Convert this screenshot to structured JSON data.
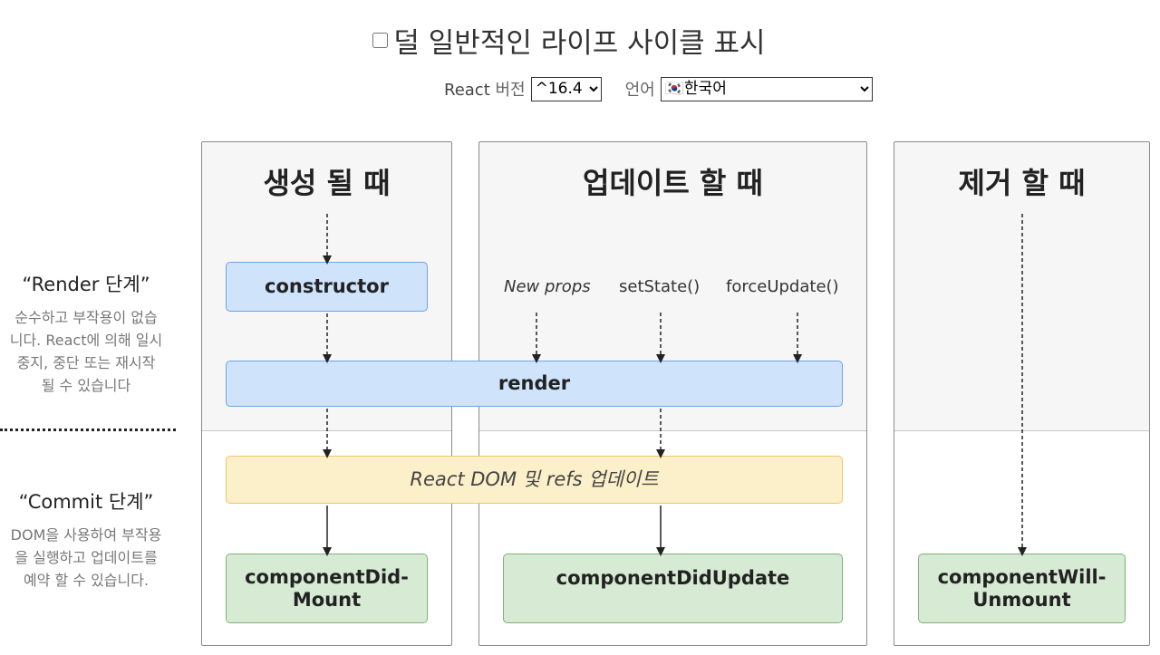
{
  "controls": {
    "show_less_common_label": "덜 일반적인 라이프 사이클 표시",
    "version_label_prefix": "React",
    "version_label_suffix": "버전",
    "version_selected": "^16.4",
    "language_label": "언어",
    "language_selected": "🇰🇷한국어"
  },
  "phases": {
    "render": {
      "title": "“Render 단계”",
      "desc_lines": [
        "순수하고 부작용이 없습",
        "니다. React에 의해 일시",
        "중지, 중단 또는 재시작",
        "될 수 있습니다"
      ]
    },
    "commit": {
      "title": "“Commit 단계”",
      "desc_lines": [
        "DOM을 사용하여 부작용",
        "을 실행하고 업데이트를",
        "예약 할 수 있습니다."
      ]
    }
  },
  "columns": {
    "mount": {
      "title": "생성 될 때"
    },
    "update": {
      "title": "업데이트 할 때"
    },
    "unmount": {
      "title": "제거 할 때"
    }
  },
  "triggers": {
    "new_props": "New props",
    "set_state": "setState()",
    "force_update": "forceUpdate()"
  },
  "methods": {
    "constructor": "constructor",
    "render": "render",
    "dom_update": "React DOM 및 refs 업데이트",
    "did_mount_line1": "componentDid-",
    "did_mount_line2": "Mount",
    "did_update": "componentDidUpdate",
    "will_unmount_line1": "componentWill-",
    "will_unmount_line2": "Unmount"
  },
  "colors": {
    "render_phase_box": "#cfe3fb",
    "commit_phase_box": "#d6ead4",
    "dom_update_box": "#fbf0c9"
  }
}
